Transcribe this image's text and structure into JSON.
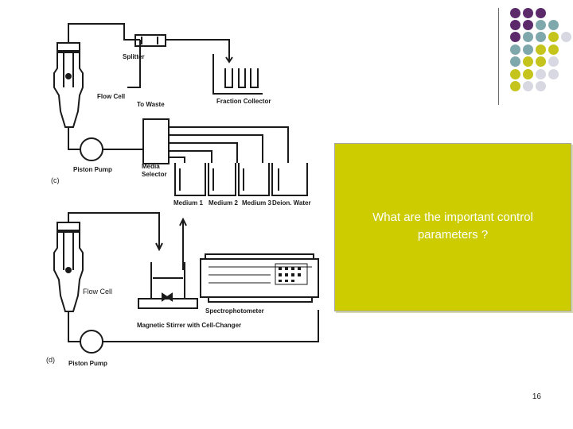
{
  "diagram": {
    "panel_c": {
      "label": "(c)",
      "splitter": "Splitter",
      "flow_cell": "Flow Cell",
      "to_waste": "To Waste",
      "fraction_collector": "Fraction Collector",
      "piston_pump": "Piston Pump",
      "media_selector_line1": "Media",
      "media_selector_line2": "Selector",
      "medium_1": "Medium 1",
      "medium_2": "Medium 2",
      "medium_3": "Medium 3",
      "deion_water": "Deion. Water"
    },
    "panel_d": {
      "label": "(d)",
      "flow_cell": "Flow Cell",
      "spectrophotometer": "Spectrophotometer",
      "magnetic_stirrer": "Magnetic Stirrer with Cell-Changer",
      "piston_pump": "Piston Pump"
    }
  },
  "callout": {
    "line1": "What are the important control",
    "line2": "parameters ?"
  },
  "page_number": "16",
  "theme_colors": {
    "purple": "#5c2a6b",
    "teal": "#7fa8ac",
    "olive": "#c4c41c",
    "light": "#d8d8e2",
    "callout_fill": "#cccc00"
  }
}
